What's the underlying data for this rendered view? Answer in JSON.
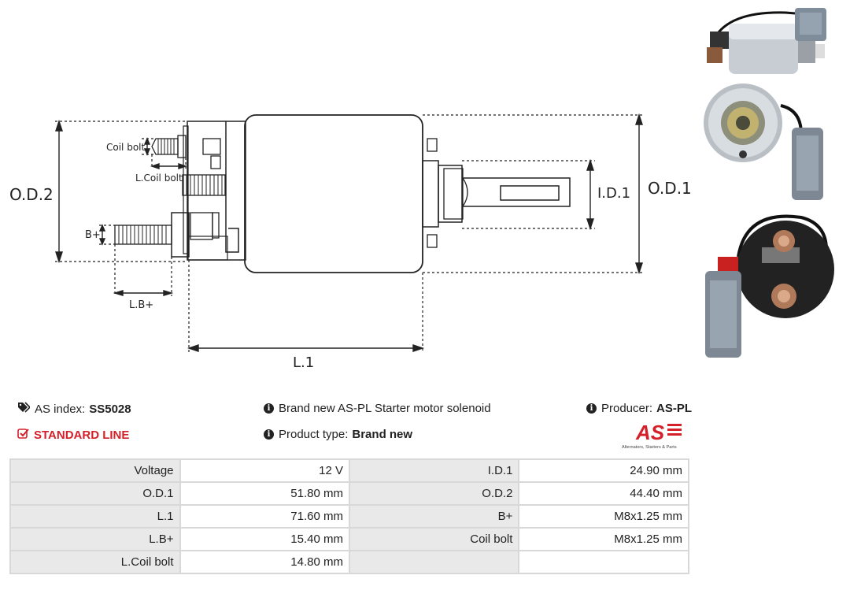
{
  "drawing": {
    "labels": {
      "od2": "O.D.2",
      "od1": "O.D.1",
      "id1": "I.D.1",
      "l1": "L.1",
      "coil_bolt": "Coil bolt",
      "l_coil_bolt": "L.Coil bolt",
      "b_plus": "B+",
      "l_b_plus": "L.B+"
    }
  },
  "info": {
    "as_index_label": "AS index:",
    "as_index_value": "SS5028",
    "standard_line": "STANDARD LINE",
    "description": "Brand new AS-PL Starter motor solenoid",
    "product_type_label": "Product type:",
    "product_type_value": "Brand new",
    "producer_label": "Producer:",
    "producer_value": "AS-PL"
  },
  "logo": {
    "text": "AS",
    "tagline": "Alternators, Starters & Parts",
    "color": "#d4202a"
  },
  "specs": [
    {
      "l1": "Voltage",
      "v1": "12 V",
      "l2": "I.D.1",
      "v2": "24.90 mm"
    },
    {
      "l1": "O.D.1",
      "v1": "51.80 mm",
      "l2": "O.D.2",
      "v2": "44.40 mm"
    },
    {
      "l1": "L.1",
      "v1": "71.60 mm",
      "l2": "B+",
      "v2": "M8x1.25 mm"
    },
    {
      "l1": "L.B+",
      "v1": "15.40 mm",
      "l2": "Coil bolt",
      "v2": "M8x1.25 mm"
    },
    {
      "l1": "L.Coil bolt",
      "v1": "14.80 mm",
      "l2": "",
      "v2": ""
    }
  ],
  "icons": {
    "tag": "tag-icon",
    "check": "check-square-icon",
    "info": "info-icon"
  }
}
